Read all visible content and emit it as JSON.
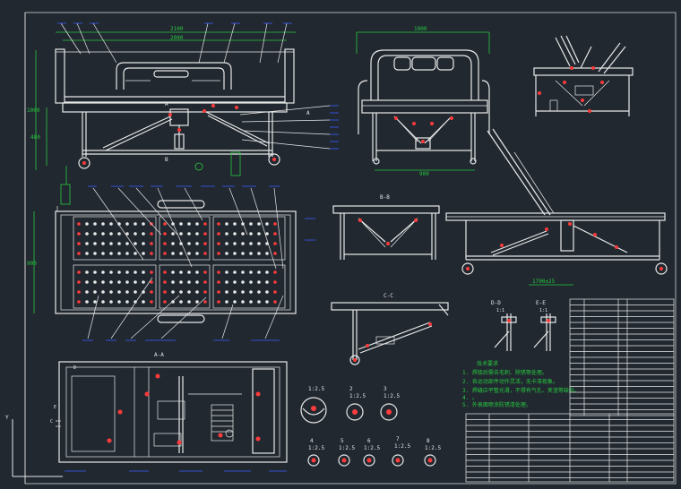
{
  "front_view": {
    "dim_top_1": "2100",
    "dim_top_2": "2000",
    "dim_left_1": "1000",
    "dim_left_2": "480",
    "section_a": "A",
    "section_b": "B"
  },
  "plan_view": {
    "dim_width": "900"
  },
  "end_view": {
    "dim_top": "1000",
    "dim_bottom": "900"
  },
  "side_view": {
    "dim": "1700±25"
  },
  "section_aa": {
    "title": "A-A",
    "mark_c": "C",
    "mark_e": "E",
    "mark_d": "D"
  },
  "section_bb": {
    "title": "B-B"
  },
  "section_cc": {
    "title": "C-C"
  },
  "details": {
    "dd_title": "D-D",
    "ee_title": "E-E",
    "dd_scale": "1:1",
    "ee_scale": "1:1",
    "scale_1": "1:2.5",
    "d2": "2",
    "scale_2": "1:2.5",
    "d3": "3",
    "scale_3": "1:2.5",
    "d4": "4",
    "scale_4": "1:2.5",
    "d5": "5",
    "scale_5": "1:2.5",
    "d6": "6",
    "scale_6": "1:2.5",
    "d7": "7",
    "scale_7": "1:2.5",
    "d8": "8",
    "scale_8": "1:2.5"
  },
  "notes": {
    "title": "技术要求",
    "items": [
      "1. 焊接后需去毛刺、除锈等处理。",
      "2. 各运动部件动作灵活，无卡滞现象。",
      "3. 焊缝应平整光滑，不得有气孔、夹渣等缺陷。",
      "4. 。",
      "5. 外表面喷涂防锈漆处理。"
    ]
  },
  "ucs": {
    "y": "Y"
  },
  "colors": {
    "background": "#212830",
    "lines": "#e8e8e8",
    "dimensions": "#27c93f",
    "leaders": "#3a5cff",
    "markers": "#ff3b3b"
  }
}
